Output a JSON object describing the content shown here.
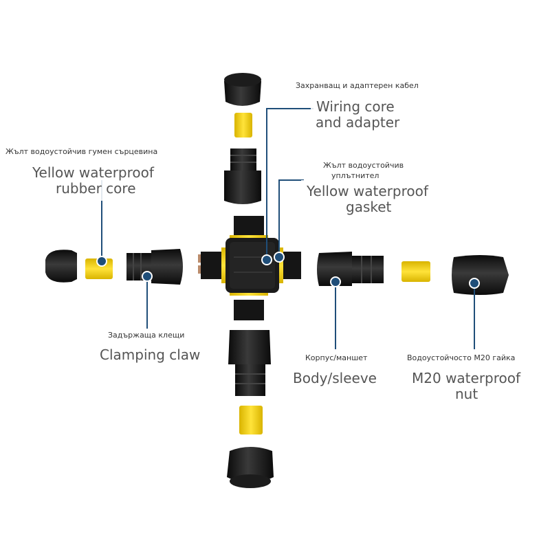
{
  "labels": {
    "wiring_core": {
      "bg": "Захранващ и адаптерен кабел",
      "en_line1": "Wiring core",
      "en_line2": "and adapter"
    },
    "yellow_core": {
      "bg": "Жълт водоустойчив гумен сърцевина",
      "en_line1": "Yellow waterproof",
      "en_line2": "rubber core"
    },
    "yellow_gasket": {
      "bg_line1": "Жълт водоустойчив",
      "bg_line2": "уплътнител",
      "en_line1": "Yellow waterproof",
      "en_line2": "gasket"
    },
    "clamping_claw": {
      "bg": "Задържаща клещи",
      "en": "Clamping claw"
    },
    "body_sleeve": {
      "bg": "Корпус/маншет",
      "en": "Body/sleeve"
    },
    "m20_nut": {
      "bg": "Водоустойчосто M20 гайка",
      "en_line1": "M20 waterproof",
      "en_line2": "nut"
    }
  },
  "colors": {
    "plastic": "#141414",
    "plastic_highlight": "#3a3a3a",
    "gasket_yellow": "#f5d20f",
    "leader_line": "#1f4e79",
    "dot_fill": "#1f4e79",
    "copper": "#b98a6a"
  }
}
